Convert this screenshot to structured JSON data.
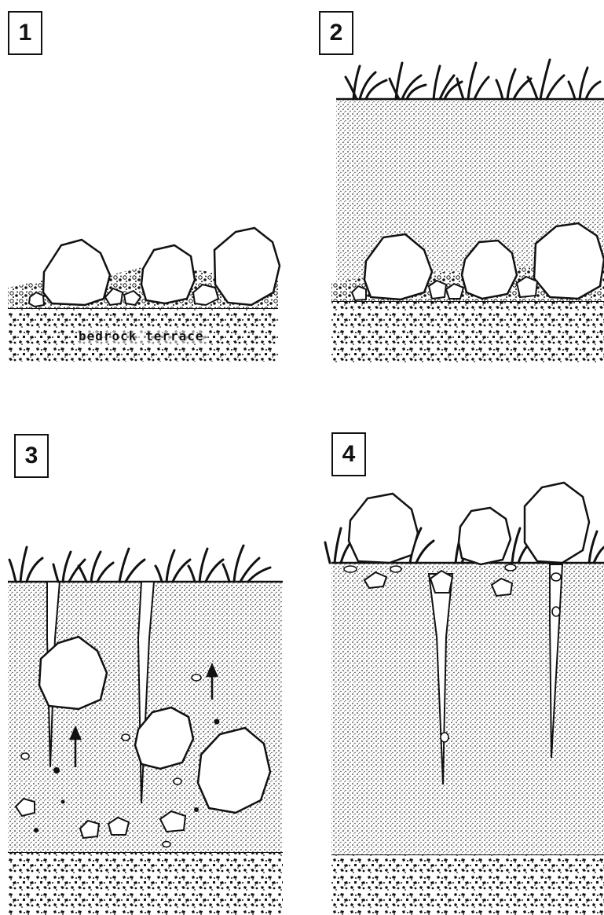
{
  "panels": [
    {
      "number": "1"
    },
    {
      "number": "2"
    },
    {
      "number": "3"
    },
    {
      "number": "4"
    }
  ],
  "labels": {
    "bedrock": "bedrock terrace"
  }
}
